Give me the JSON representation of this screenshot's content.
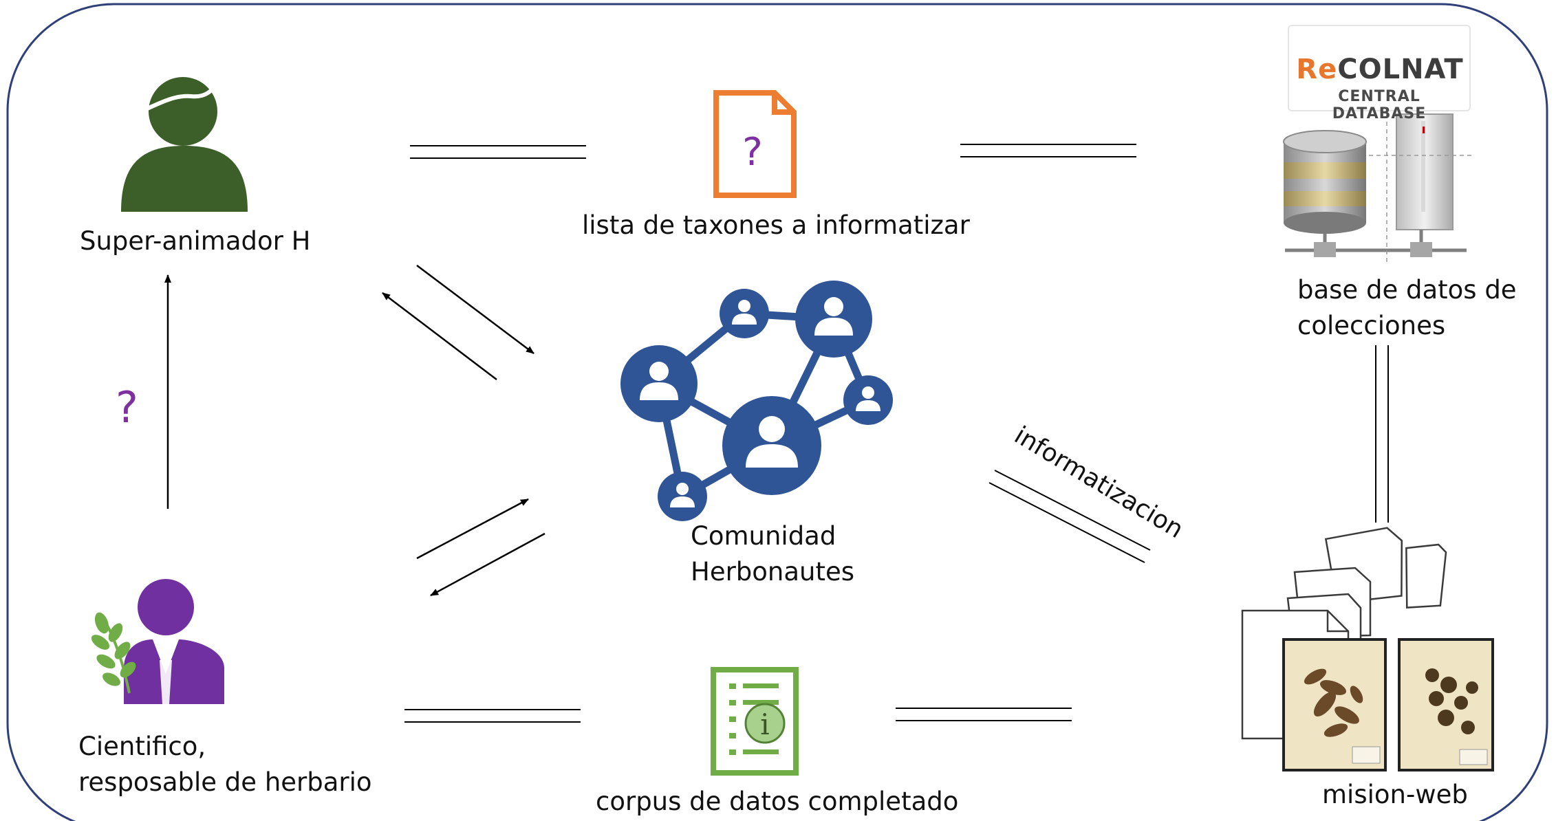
{
  "nodes": {
    "super_animator": "Super-animador H",
    "taxa_list": "lista de taxones a informatizar",
    "database": [
      "base de datos de",
      "colecciones"
    ],
    "community": [
      "Comunidad",
      "Herbonautes"
    ],
    "scientist": [
      "Cientifico,",
      "resposable de herbario"
    ],
    "corpus": "corpus de datos completado",
    "web_mission": "mision-web"
  },
  "edge_labels": {
    "digitization": "informatizacion",
    "unknown_link": "?",
    "unknown_doc": "?"
  },
  "logo": {
    "brand_accent": "R",
    "brand_e": "e",
    "brand_rest": "COLNAT",
    "subtitle": "CENTRAL DATABASE"
  },
  "icons": {
    "super_animator": "person-icon",
    "taxa_list": "document-question-icon",
    "database": "database-server-icon",
    "community": "people-network-icon",
    "scientist": "botanist-icon",
    "corpus": "info-document-icon",
    "web_mission": "herbarium-sheets-icon"
  },
  "colors": {
    "frame": "#2f3f7a",
    "person_green": "#3c5e28",
    "document_orange": "#ed7d31",
    "question_purple": "#7e2fa0",
    "network_blue": "#2f5597",
    "scientist_purple": "#7030a0",
    "plant_green": "#70ad47",
    "corpus_green": "#70ad47"
  }
}
